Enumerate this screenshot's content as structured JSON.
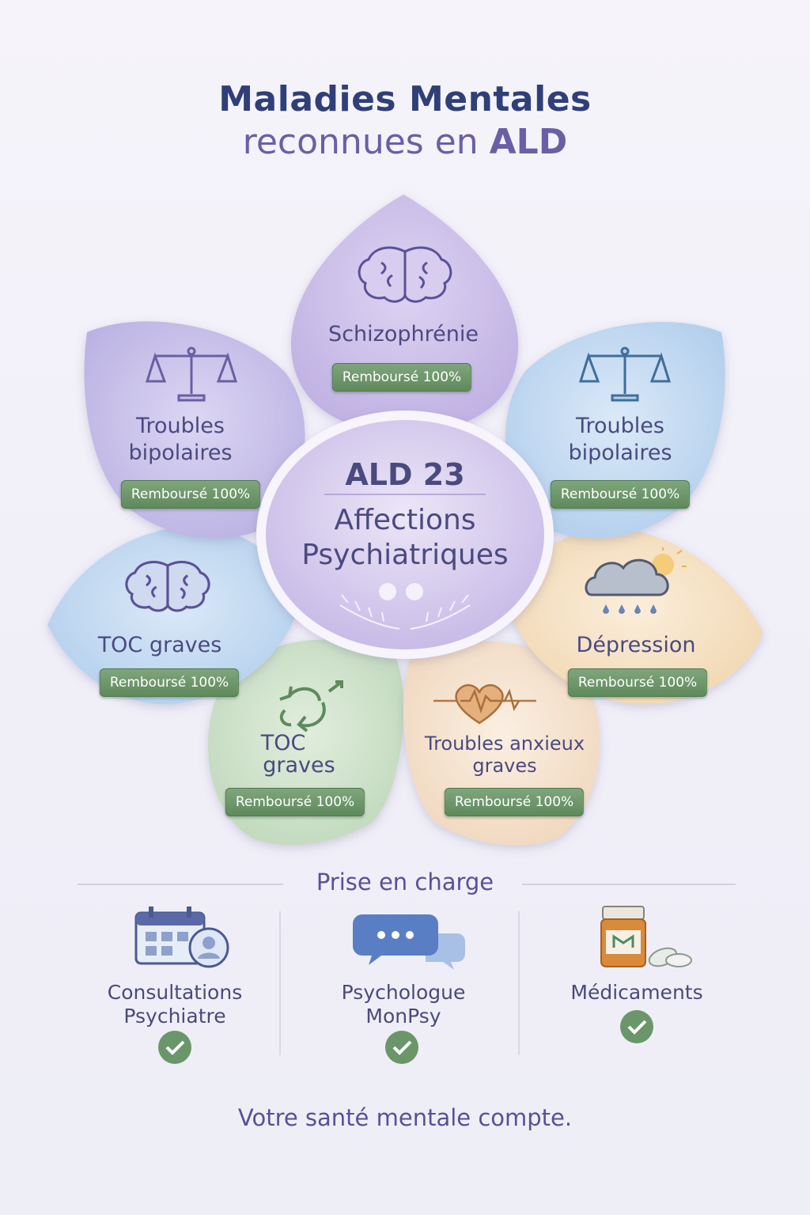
{
  "header": {
    "title_line1": "Maladies Mentales",
    "title_line2_prefix": "reconnues en ",
    "title_line2_emphasis": "ALD"
  },
  "center": {
    "title": "ALD 23",
    "subtitle_line1": "Affections",
    "subtitle_line2": "Psychiatriques"
  },
  "petals": [
    {
      "label": "Schizophrénie",
      "badge": "Remboursé 100%",
      "icon": "brain-icon",
      "color": "#cdbfe8"
    },
    {
      "label_line1": "Troubles",
      "label_line2": "bipolaires",
      "badge": "Remboursé 100%",
      "icon": "scales-icon",
      "color": "#c9c3ec"
    },
    {
      "label_line1": "Troubles",
      "label_line2": "bipolaires",
      "badge": "Remboursé 100%",
      "icon": "scales-icon",
      "color": "#c2d9f0"
    },
    {
      "label": "TOC graves",
      "badge": "Remboursé 100%",
      "icon": "brain-icon",
      "color": "#c8dcf2"
    },
    {
      "label": "Dépression",
      "badge": "Remboursé 100%",
      "icon": "cloud-rain-icon",
      "color": "#f5e0c2"
    },
    {
      "label_line1": "TOC",
      "label_line2": "graves",
      "badge": "Remboursé 100%",
      "icon": "cycle-arrows-icon",
      "color": "#cfe3cc"
    },
    {
      "label_line1": "Troubles anxieux",
      "label_line2": "graves",
      "badge": "Remboursé 100%",
      "icon": "heart-pulse-icon",
      "color": "#f4e2cc"
    }
  ],
  "care": {
    "title": "Prise en charge",
    "items": [
      {
        "line1": "Consultations",
        "line2": "Psychiatre",
        "icon": "calendar-icon",
        "covered": true
      },
      {
        "line1": "Psychologue",
        "line2": "MonPsy",
        "icon": "chat-bubbles-icon",
        "covered": true
      },
      {
        "line1": "Médicaments",
        "icon": "medicine-bottle-icon",
        "covered": true
      }
    ]
  },
  "footer": "Votre santé mentale compte.",
  "colors": {
    "accent": "#6a5fa6",
    "badge_green": "#6a966a",
    "title_navy": "#2f3f78"
  }
}
